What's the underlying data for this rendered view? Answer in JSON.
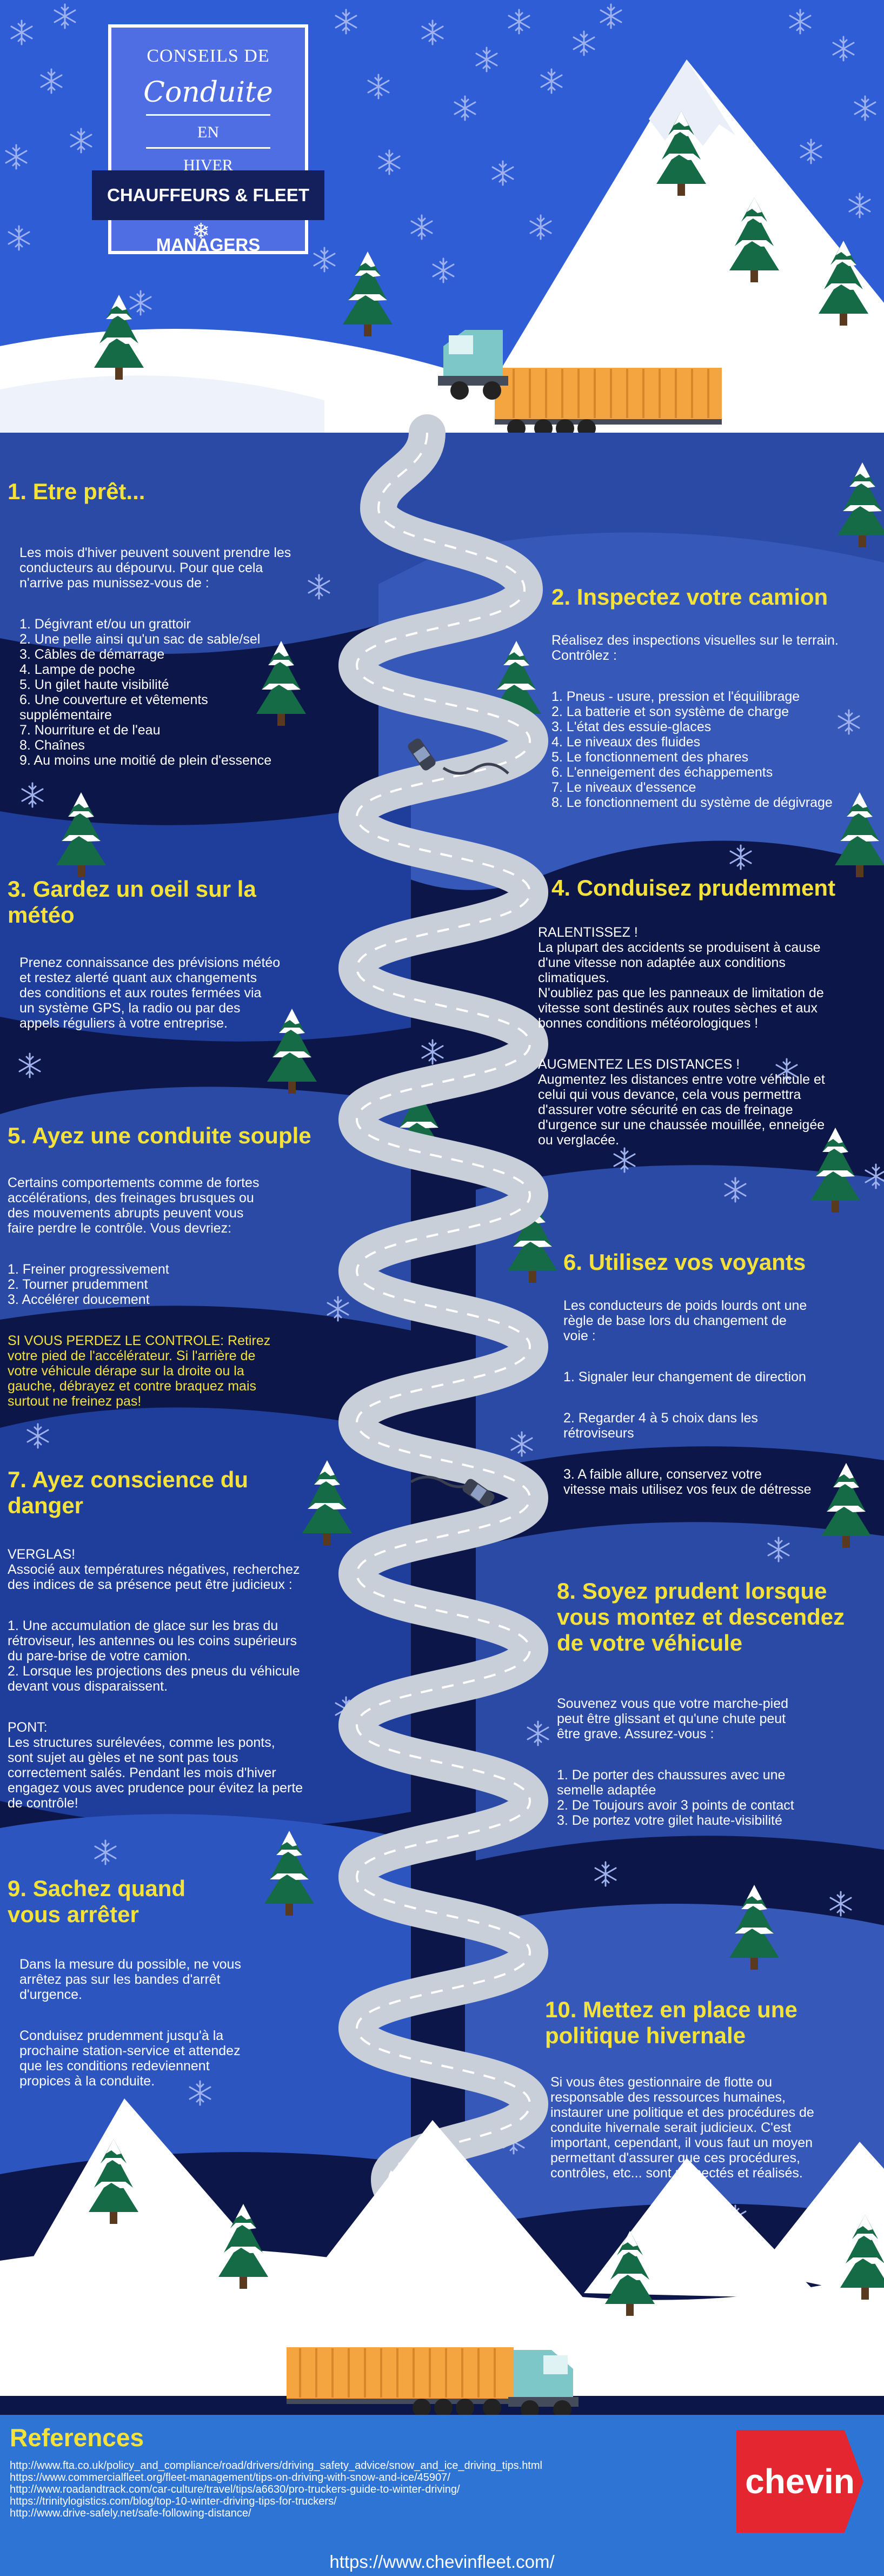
{
  "header": {
    "badge_line1": "CONSEILS DE",
    "badge_line2": "Conduite",
    "badge_line3": "EN",
    "badge_line4": "HIVER",
    "ribbon": "CHAUFFEURS & FLEET MANAGERS"
  },
  "sections": {
    "s1": {
      "title": "1. Etre prêt...",
      "body": [
        "Les mois d'hiver peuvent souvent prendre les\nconducteurs au dépourvu. Pour que cela\nn'arrive pas munissez-vous de :",
        "1. Dégivrant et/ou un grattoir\n2. Une pelle ainsi qu'un sac de sable/sel\n3. Câbles de démarrage\n4. Lampe de poche\n5. Un gilet haute visibilité\n6. Une couverture et vêtements\nsupplémentaire\n7. Nourriture et de l'eau\n8. Chaînes\n9. Au moins une moitié de plein d'essence"
      ]
    },
    "s2": {
      "title": "2. Inspectez votre camion",
      "body": [
        "Réalisez des inspections visuelles sur le terrain.\nContrôlez :",
        "1. Pneus -  usure,  pression et l'équilibrage\n2. La batterie et son système de charge\n3. L'état des essuie-glaces\n4. Le niveaux des fluides\n5. Le fonctionnement des phares\n6. L'enneigement des échappements\n7. Le niveaux d'essence\n8. Le fonctionnement du système de dégivrage"
      ]
    },
    "s3": {
      "title": "3. Gardez un oeil sur la\nmétéo",
      "body": [
        "Prenez connaissance des prévisions météo\net restez alerté quant aux changements\ndes conditions et aux routes fermées via\nun système GPS, la radio ou par des\nappels réguliers à votre entreprise."
      ]
    },
    "s4": {
      "title": "4. Conduisez prudemment",
      "body": [
        "RALENTISSEZ  !\nLa plupart des accidents se produisent à cause\nd'une vitesse non adaptée aux conditions\nclimatiques.\nN'oubliez pas que les panneaux de limitation de\nvitesse sont destinés aux routes sèches et aux\nbonnes conditions météorologiques !",
        "AUGMENTEZ LES DISTANCES !\nAugmentez les distances entre votre véhicule et\ncelui qui vous devance, cela vous permettra\nd'assurer votre sécurité en cas de freinage\nd'urgence sur une chaussée mouillée, enneigée\nou verglacée."
      ]
    },
    "s5": {
      "title": "5. Ayez une conduite souple",
      "body": [
        "Certains comportements comme de fortes\naccélérations, des freinages brusques ou\ndes mouvements abrupts peuvent vous\nfaire perdre le contrôle. Vous devriez:",
        "1. Freiner progressivement\n2. Tourner prudemment\n3. Accélérer doucement"
      ],
      "warning": "SI VOUS PERDEZ LE CONTROLE: Retirez\nvotre pied de l'accélérateur.  Si l'arrière de\nvotre véhicule dérape sur la droite ou la\ngauche, débrayez et contre braquez  mais\nsurtout ne freinez pas!"
    },
    "s6": {
      "title": "6. Utilisez vos voyants",
      "body": [
        "Les conducteurs de poids lourds ont une\nrègle de base lors du changement de\nvoie :",
        "1. Signaler leur changement de direction",
        "2.  Regarder 4  à 5 choix dans les\nrétroviseurs",
        "3. A faible allure,    conservez votre\nvitesse mais utilisez vos feux de détresse"
      ]
    },
    "s7": {
      "title": "7. Ayez conscience du\ndanger",
      "body": [
        "VERGLAS!\nAssocié aux températures négatives, recherchez\ndes indices de sa présence peut être judicieux :",
        "1. Une accumulation de glace sur les bras du\nrétroviseur, les antennes ou les coins supérieurs\ndu pare-brise de votre camion.\n2. Lorsque les projections des pneus du véhicule\ndevant vous disparaissent.",
        "PONT:\nLes structures surélevées, comme les ponts,\nsont sujet au gèles et ne sont pas tous\ncorrectement salés. Pendant les mois d'hiver\nengagez vous avec prudence pour évitez la perte\nde contrôle!"
      ]
    },
    "s8": {
      "title": "8. Soyez prudent lorsque\nvous montez et descendez\nde votre véhicule",
      "body": [
        "Souvenez vous que votre  marche-pied\npeut être glissant et qu'une chute peut\nêtre grave. Assurez-vous :",
        "1. De porter des chaussures avec une\nsemelle adaptée\n2. De Toujours avoir 3 points de contact\n3. De portez votre gilet haute-visibilité"
      ]
    },
    "s9": {
      "title": "9. Sachez quand\nvous arrêter",
      "body": [
        "Dans la mesure du possible, ne vous\narrêtez pas sur les bandes d'arrêt\nd'urgence.",
        "Conduisez prudemment jusqu'à la\nprochaine station-service et attendez\nque les conditions redeviennent\npropices à la conduite."
      ]
    },
    "s10": {
      "title": "10. Mettez en place une\npolitique hivernale",
      "body": [
        "Si vous êtes gestionnaire de flotte ou\nresponsable des ressources humaines,\ninstaurer une politique et des procédures de\nconduite hivernale serait judicieux. C'est\nimportant, cependant, il vous faut un moyen\npermettant d'assurer que ces procédures,\ncontrôles, etc... sont respectés et réalisés."
      ]
    }
  },
  "references": {
    "title": "References",
    "links": [
      "http://www.fta.co.uk/policy_and_compliance/road/drivers/driving_safety_advice/snow_and_ice_driving_tips.html",
      "https://www.commercialfleet.org/fleet-management/tips-on-driving-with-snow-and-ice/45907/",
      "http://www.roadandtrack.com/car-culture/travel/tips/a6630/pro-truckers-guide-to-winter-driving/",
      "https://trinitylogistics.com/blog/top-10-winter-driving-tips-for-truckers/",
      "http://www.drive-safely.net/safe-following-distance/"
    ]
  },
  "footer": {
    "website": "https://www.chevinfleet.com/",
    "logo": "chevin"
  },
  "colors": {
    "title_yellow": "#f4e23b",
    "deep_navy": "#0d1648",
    "mid_blue": "#2a4aa6",
    "light_blue": "#4f6ee3",
    "ref_blue": "#2d74d4",
    "logo_red": "#e3262f"
  }
}
